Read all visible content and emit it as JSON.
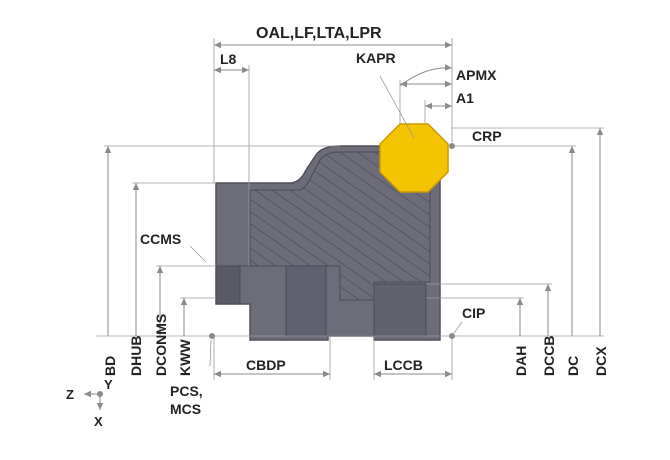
{
  "colors": {
    "body_fill": "#6d6d7a",
    "body_dark": "#5a5a66",
    "hatch": "#4a4a55",
    "insert_fill": "#f5c400",
    "insert_stroke": "#c99a00",
    "dim_line": "#8a8a8a",
    "point_fill": "#8a8a8a",
    "text": "#222222"
  },
  "labels": {
    "oal": "OAL,LF,LTA,LPR",
    "l8": "L8",
    "kapr": "KAPR",
    "apmx": "APMX",
    "a1": "A1",
    "crp": "CRP",
    "ccms": "CCMS",
    "cip": "CIP",
    "cbdp": "CBDP",
    "lccb": "LCCB",
    "pcs": "PCS,",
    "mcs": "MCS",
    "bd": "BD",
    "dhub": "DHUB",
    "dconms": "DCONMS",
    "kww": "KWW",
    "dah": "DAH",
    "dccb": "DCCB",
    "dc": "DC",
    "dcx": "DCX"
  },
  "axes": {
    "z": "Z",
    "y": "Y",
    "x": "X"
  }
}
